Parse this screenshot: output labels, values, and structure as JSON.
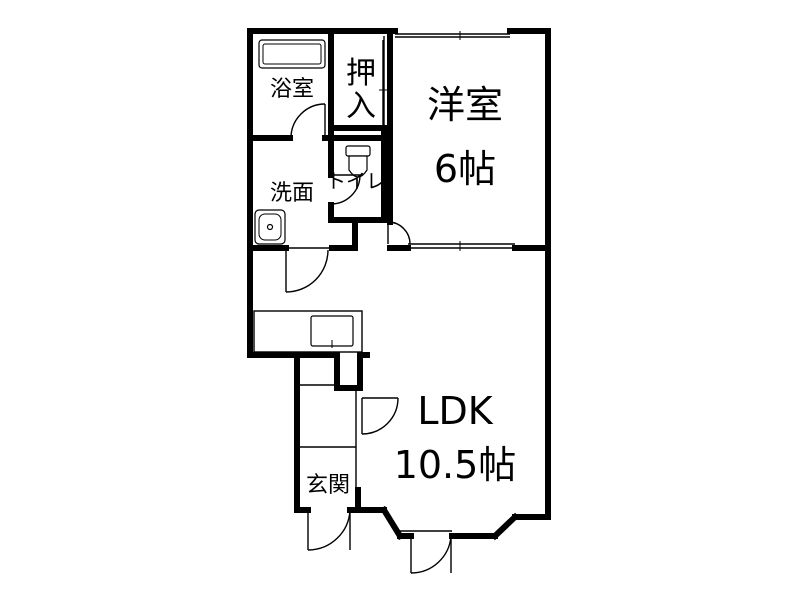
{
  "rooms": {
    "western": {
      "name": "洋室",
      "size": "6帖"
    },
    "ldk": {
      "name": "LDK",
      "size": "10.5帖"
    },
    "bath": {
      "name": "浴室"
    },
    "closet": {
      "chars": [
        "押",
        "入"
      ]
    },
    "toilet": {
      "name": "トイレ"
    },
    "washroom": {
      "name": "洗面"
    },
    "entrance": {
      "name": "玄関"
    }
  }
}
